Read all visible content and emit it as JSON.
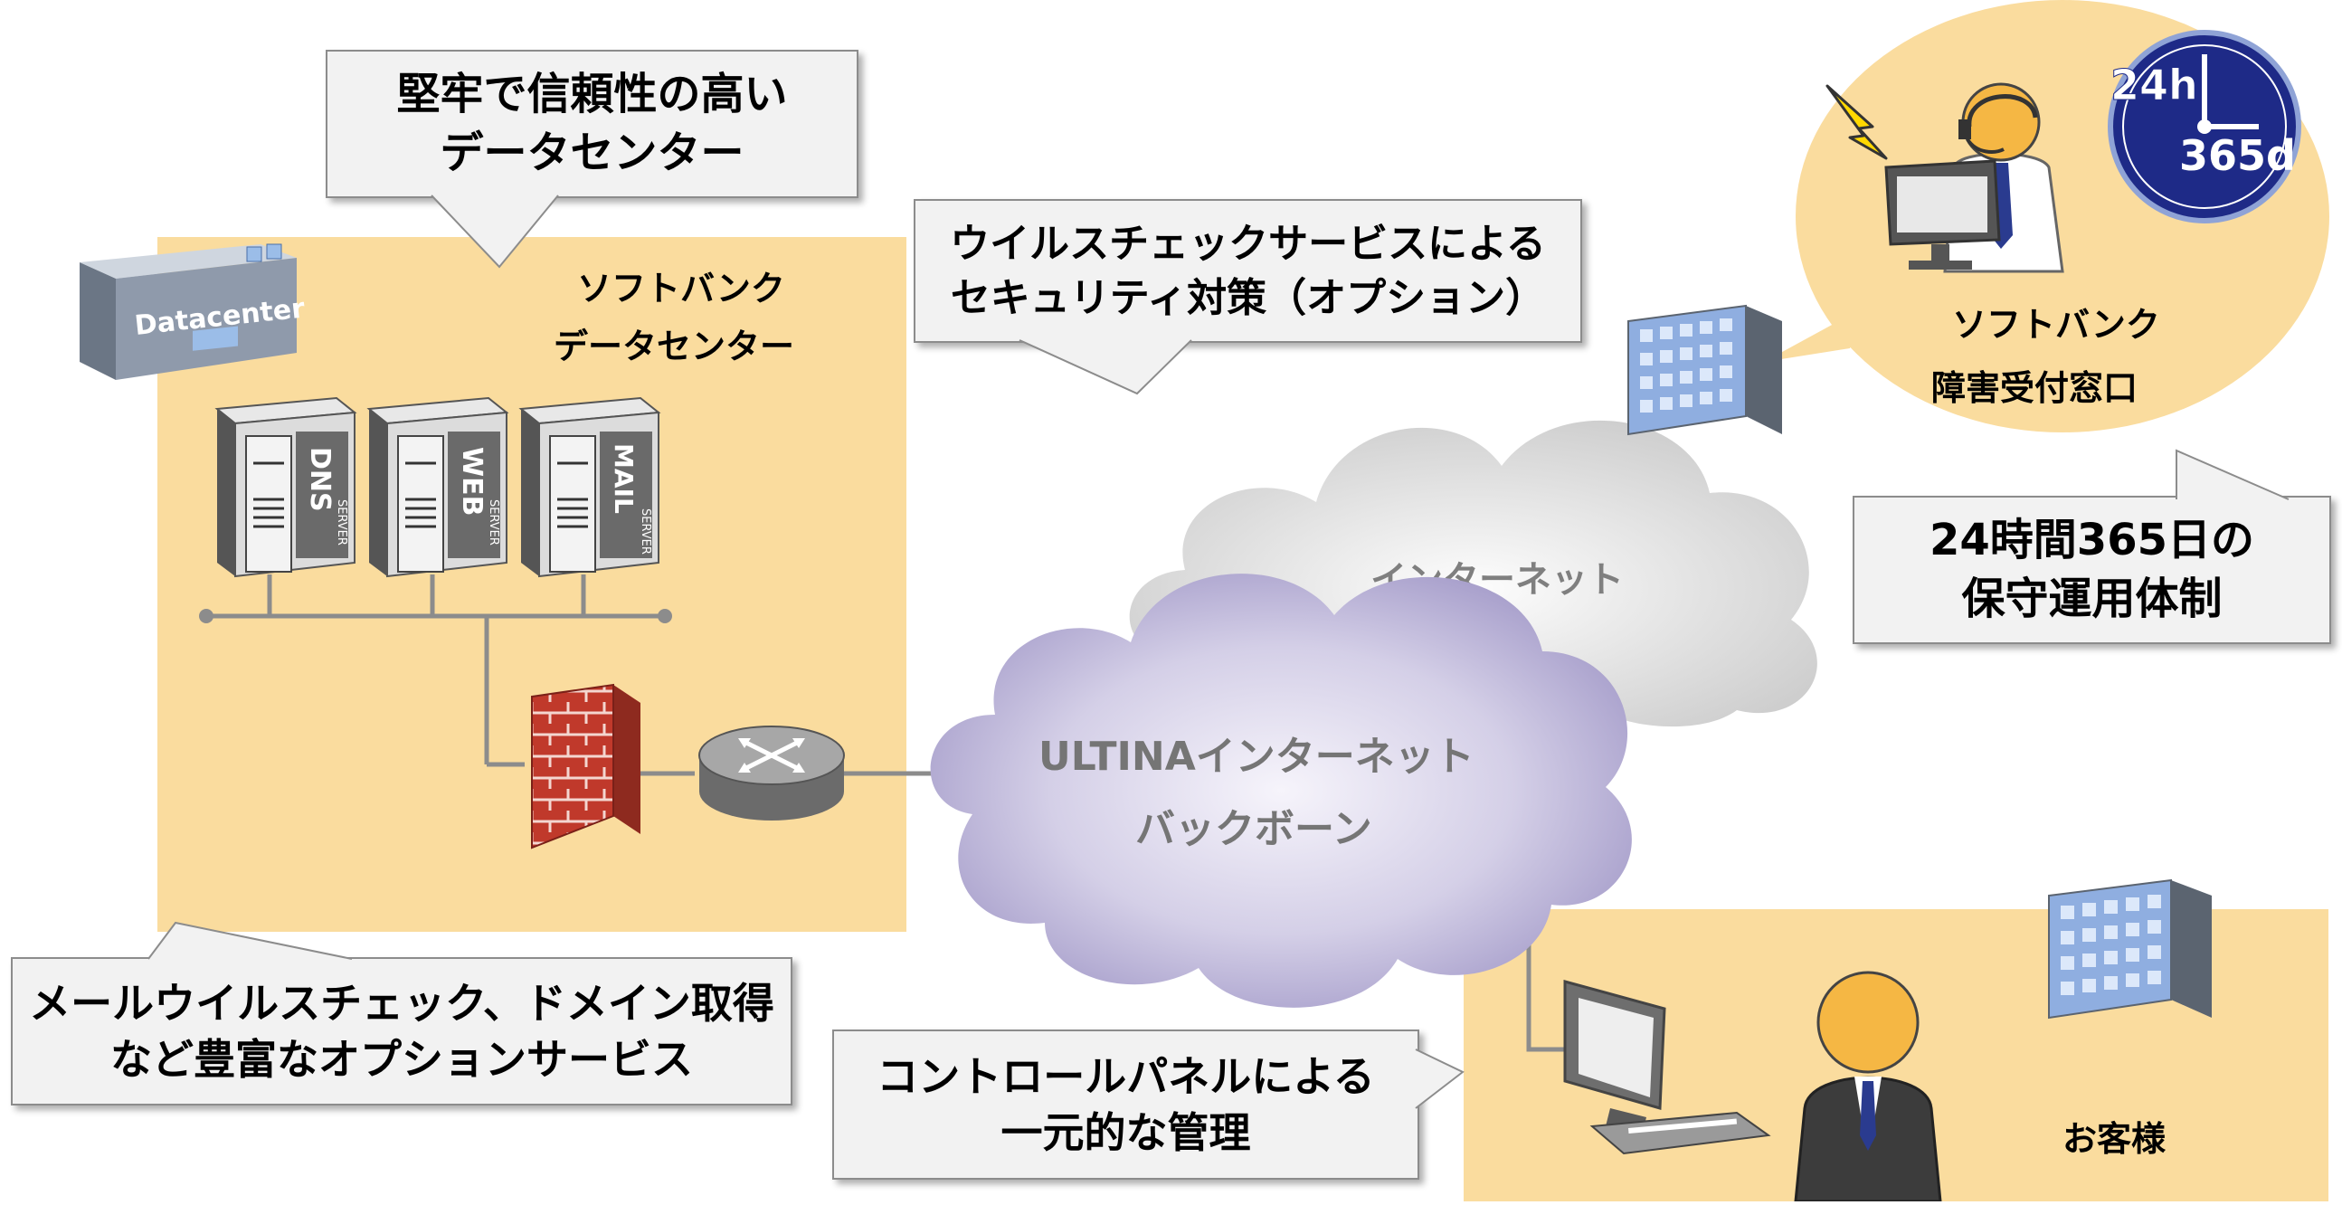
{
  "callouts": {
    "datacenter_line1": "堅牢で信頼性の高い",
    "datacenter_line2": "データセンター",
    "virus_line1": "ウイルスチェックサービスによる",
    "virus_line2": "セキュリティ対策（オプション）",
    "support_line1": "24時間365日の",
    "support_line2": "保守運用体制",
    "options_line1": "メールウイルスチェック、ドメイン取得",
    "options_line2": "など豊富なオプションサービス",
    "control_line1": "コントロールパネルによる",
    "control_line2": "一元的な管理"
  },
  "datacenter_zone": {
    "title_line1": "ソフトバンク",
    "title_line2": "データセンター",
    "box_label": "Datacenter",
    "servers": [
      {
        "letters": "DNS",
        "sub": "SERVER"
      },
      {
        "letters": "WEB",
        "sub": "SERVER"
      },
      {
        "letters": "MAIL",
        "sub": "SERVER"
      }
    ]
  },
  "clouds": {
    "internet": "インターネット",
    "backbone_line1": "ULTINAインターネット",
    "backbone_line2": "バックボーン"
  },
  "support_zone": {
    "title_line1": "ソフトバンク",
    "title_line2": "障害受付窓口",
    "clock_top": "24h",
    "clock_bottom": "365d"
  },
  "customer_zone": {
    "title": "お客様"
  },
  "colors": {
    "zone": "#fadc9e",
    "callout_bg": "#f2f2f2",
    "backbone_cloud": "#b4acd2",
    "internet_cloud": "#d9d9d9",
    "clock_blue": "#1e2a87",
    "building_blue": "#8faee0"
  }
}
